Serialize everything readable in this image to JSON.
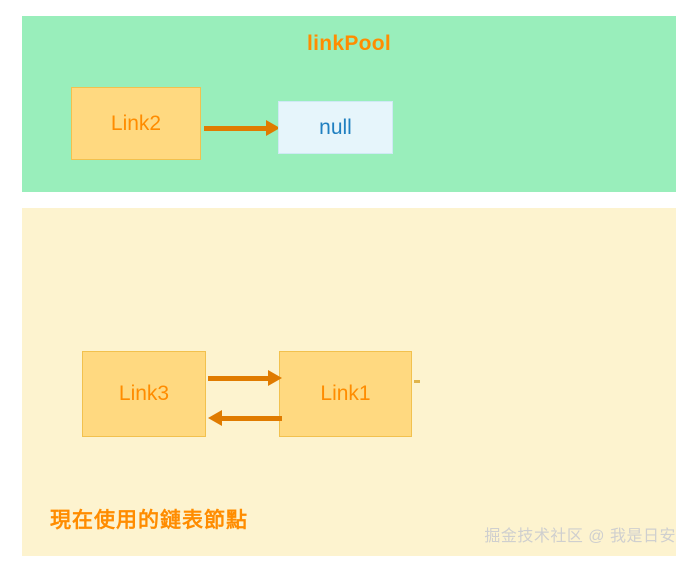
{
  "diagram": {
    "pool_panel": {
      "title": "linkPool",
      "title_color": "#ff8c00",
      "background": "#99eebb",
      "nodes": [
        {
          "id": "link2",
          "label": "Link2",
          "type": "link-node"
        },
        {
          "id": "null",
          "label": "null",
          "type": "null-node"
        }
      ],
      "arrows": [
        {
          "from": "link2",
          "to": "null",
          "direction": "right",
          "color": "#e07b00"
        }
      ]
    },
    "active_panel": {
      "title": "現在使用的鏈表節點",
      "title_color": "#ff8c00",
      "background": "#fdf3cf",
      "nodes": [
        {
          "id": "link3",
          "label": "Link3",
          "type": "link-node"
        },
        {
          "id": "link1",
          "label": "Link1",
          "type": "link-node"
        }
      ],
      "arrows": [
        {
          "from": "link3",
          "to": "link1",
          "direction": "right",
          "color": "#e07b00"
        },
        {
          "from": "link1",
          "to": "link3",
          "direction": "left",
          "color": "#e07b00"
        }
      ]
    },
    "watermark": "掘金技术社区 @ 我是日安"
  }
}
